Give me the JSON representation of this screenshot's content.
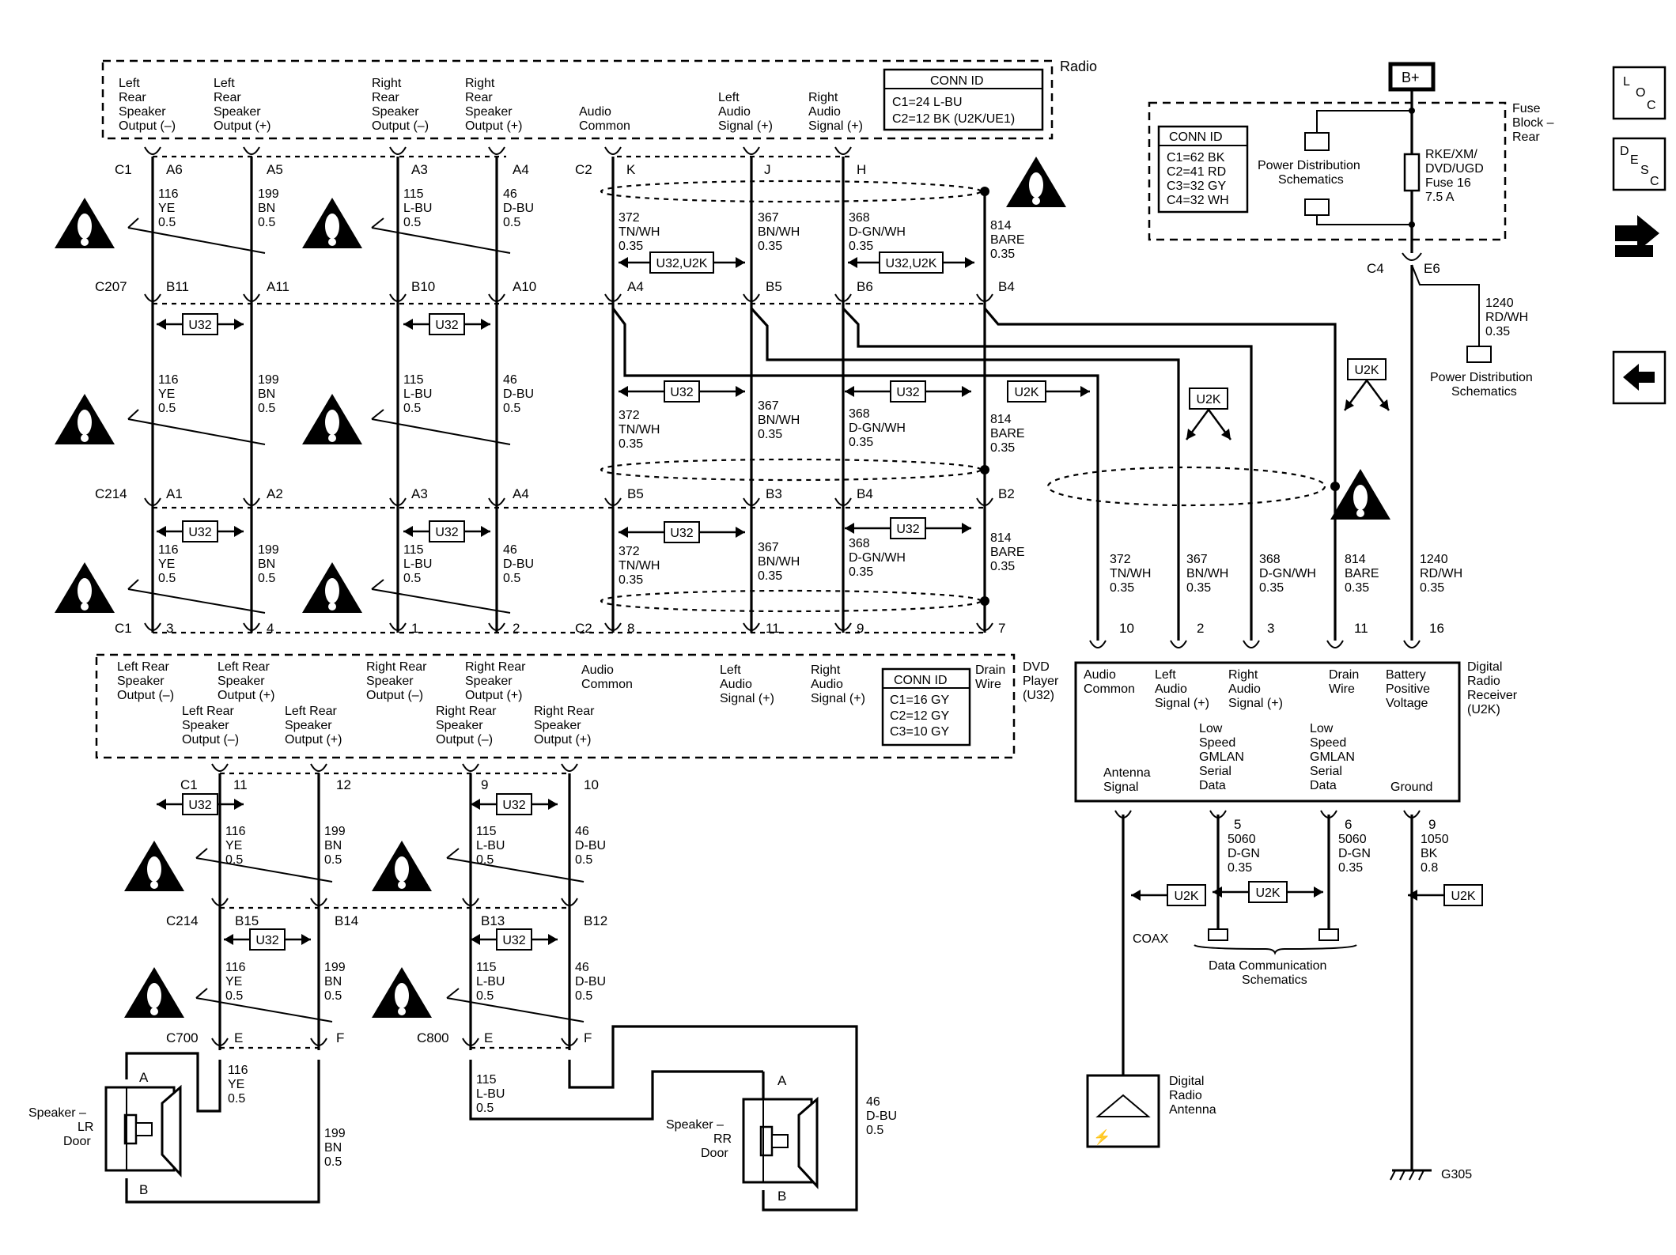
{
  "radio": {
    "label": "Radio",
    "conn_title": "CONN ID",
    "conn_lines": [
      "C1=24 L-BU",
      "C2=12 BK (U2K/UE1)"
    ],
    "pins": [
      {
        "lines": [
          "Left",
          "Rear",
          "Speaker",
          "Output (–)"
        ]
      },
      {
        "lines": [
          "Left",
          "Rear",
          "Speaker",
          "Output (+)"
        ]
      },
      {
        "lines": [
          "Right",
          "Rear",
          "Speaker",
          "Output (–)"
        ]
      },
      {
        "lines": [
          "Right",
          "Rear",
          "Speaker",
          "Output (+)"
        ]
      },
      {
        "lines": [
          "Audio",
          "Common"
        ]
      },
      {
        "lines": [
          "Left",
          "Audio",
          "Signal (+)"
        ]
      },
      {
        "lines": [
          "Right",
          "Audio",
          "Signal (+)"
        ]
      }
    ]
  },
  "fuse_block": {
    "label": [
      "Fuse",
      "Block –",
      "Rear"
    ],
    "battery": "B+",
    "conn_title": "CONN ID",
    "conn_lines": [
      "C1=62 BK",
      "C2=41 RD",
      "C3=32 GY",
      "C4=32 WH"
    ],
    "power_dist": [
      "Power Distribution",
      "Schematics"
    ],
    "fuse_lines": [
      "RKE/XM/",
      "DVD/UGD",
      "Fuse 16",
      "7.5 A"
    ],
    "c4": "C4",
    "e6": "E6",
    "wire_1240": [
      "1240",
      "RD/WH",
      "0.35"
    ],
    "power_dist2": [
      "Power Distribution",
      "Schematics"
    ]
  },
  "connectors": {
    "c1": "C1",
    "c2": "C2",
    "c207": "C207",
    "c214": "C214",
    "c700": "C700",
    "c800": "C800",
    "radio_c1_pins": [
      "A6",
      "A5",
      "A3",
      "A4"
    ],
    "radio_c2_pins": [
      "K",
      "J",
      "H"
    ],
    "c207_pins": [
      "B11",
      "A11",
      "B10",
      "A10",
      "A4",
      "B5",
      "B6",
      "B4"
    ],
    "c214_pins": [
      "A1",
      "A2",
      "A3",
      "A4",
      "B5",
      "B3",
      "B4",
      "B2"
    ],
    "dvd_c1_pins": [
      "3",
      "4",
      "1",
      "2"
    ],
    "dvd_c2_pins": [
      "8",
      "11",
      "9",
      "7"
    ],
    "dvd_low_pins": [
      "11",
      "12",
      "9",
      "10"
    ],
    "c214b_pins": [
      "B15",
      "B14",
      "B13",
      "B12"
    ],
    "c700_pins": [
      "E",
      "F"
    ],
    "c800_pins": [
      "E",
      "F"
    ]
  },
  "wires": {
    "w116": [
      "116",
      "YE",
      "0.5"
    ],
    "w199": [
      "199",
      "BN",
      "0.5"
    ],
    "w115": [
      "115",
      "L-BU",
      "0.5"
    ],
    "w46": [
      "46",
      "D-BU",
      "0.5"
    ],
    "w372": [
      "372",
      "TN/WH",
      "0.35"
    ],
    "w367": [
      "367",
      "BN/WH",
      "0.35"
    ],
    "w368": [
      "368",
      "D-GN/WH",
      "0.35"
    ],
    "w814": [
      "814",
      "BARE",
      "0.35"
    ],
    "w1240": [
      "1240",
      "RD/WH",
      "0.35"
    ],
    "w5060": [
      "5060",
      "D-GN",
      "0.35"
    ],
    "w1050": [
      "1050",
      "BK",
      "0.8"
    ]
  },
  "options": {
    "u32": "U32",
    "u32u2k": "U32,U2K",
    "u2k": "U2K"
  },
  "dvd": {
    "label": [
      "DVD",
      "Player",
      "(U32)"
    ],
    "conn_title": "CONN ID",
    "conn_lines": [
      "C1=16 GY",
      "C2=12 GY",
      "C3=10 GY"
    ],
    "upper_pins": [
      {
        "lines": [
          "Left Rear",
          "Speaker",
          "Output (–)"
        ]
      },
      {
        "lines": [
          "Left Rear",
          "Speaker",
          "Output (+)"
        ]
      },
      {
        "lines": [
          "Right Rear",
          "Speaker",
          "Output (–)"
        ]
      },
      {
        "lines": [
          "Right Rear",
          "Speaker",
          "Output (+)"
        ]
      },
      {
        "lines": [
          "Audio",
          "Common"
        ]
      },
      {
        "lines": [
          "Left",
          "Audio",
          "Signal (+)"
        ]
      },
      {
        "lines": [
          "Right",
          "Audio",
          "Signal (+)"
        ]
      },
      {
        "lines": [
          "Drain",
          "Wire"
        ]
      }
    ],
    "lower_pins": [
      {
        "lines": [
          "Left Rear",
          "Speaker",
          "Output (–)"
        ]
      },
      {
        "lines": [
          "Left Rear",
          "Speaker",
          "Output (+)"
        ]
      },
      {
        "lines": [
          "Right Rear",
          "Speaker",
          "Output (–)"
        ]
      },
      {
        "lines": [
          "Right Rear",
          "Speaker",
          "Output (+)"
        ]
      }
    ]
  },
  "receiver": {
    "label": [
      "Digital",
      "Radio",
      "Receiver",
      "(U2K)"
    ],
    "top_pins": [
      {
        "num": "10",
        "lines": [
          "Audio",
          "Common"
        ]
      },
      {
        "num": "2",
        "lines": [
          "Left",
          "Audio",
          "Signal (+)"
        ]
      },
      {
        "num": "3",
        "lines": [
          "Right",
          "Audio",
          "Signal (+)"
        ]
      },
      {
        "num": "11",
        "lines": [
          "Drain",
          "Wire"
        ]
      },
      {
        "num": "16",
        "lines": [
          "Battery",
          "Positive",
          "Voltage"
        ]
      }
    ],
    "bottom_pins": [
      {
        "num": "",
        "lines": [
          "Antenna",
          "Signal"
        ]
      },
      {
        "num": "5",
        "lines": [
          "Low",
          "Speed",
          "GMLAN",
          "Serial",
          "Data"
        ]
      },
      {
        "num": "6",
        "lines": [
          "Low",
          "Speed",
          "GMLAN",
          "Serial",
          "Data"
        ]
      },
      {
        "num": "9",
        "lines": [
          "Ground"
        ]
      }
    ],
    "coax": "COAX",
    "data_comm": [
      "Data Communication",
      "Schematics"
    ],
    "antenna": [
      "Digital",
      "Radio",
      "Antenna"
    ],
    "ground": "G305"
  },
  "speakers": {
    "lr": {
      "lines": [
        "Speaker –",
        "LR",
        "Door"
      ],
      "a": "A",
      "b": "B"
    },
    "rr": {
      "lines": [
        "Speaker –",
        "RR",
        "Door"
      ],
      "a": "A",
      "b": "B"
    }
  },
  "nav": {
    "loc": [
      "L",
      "O",
      "C"
    ],
    "desc": [
      "D",
      "E",
      "S",
      "C"
    ]
  }
}
